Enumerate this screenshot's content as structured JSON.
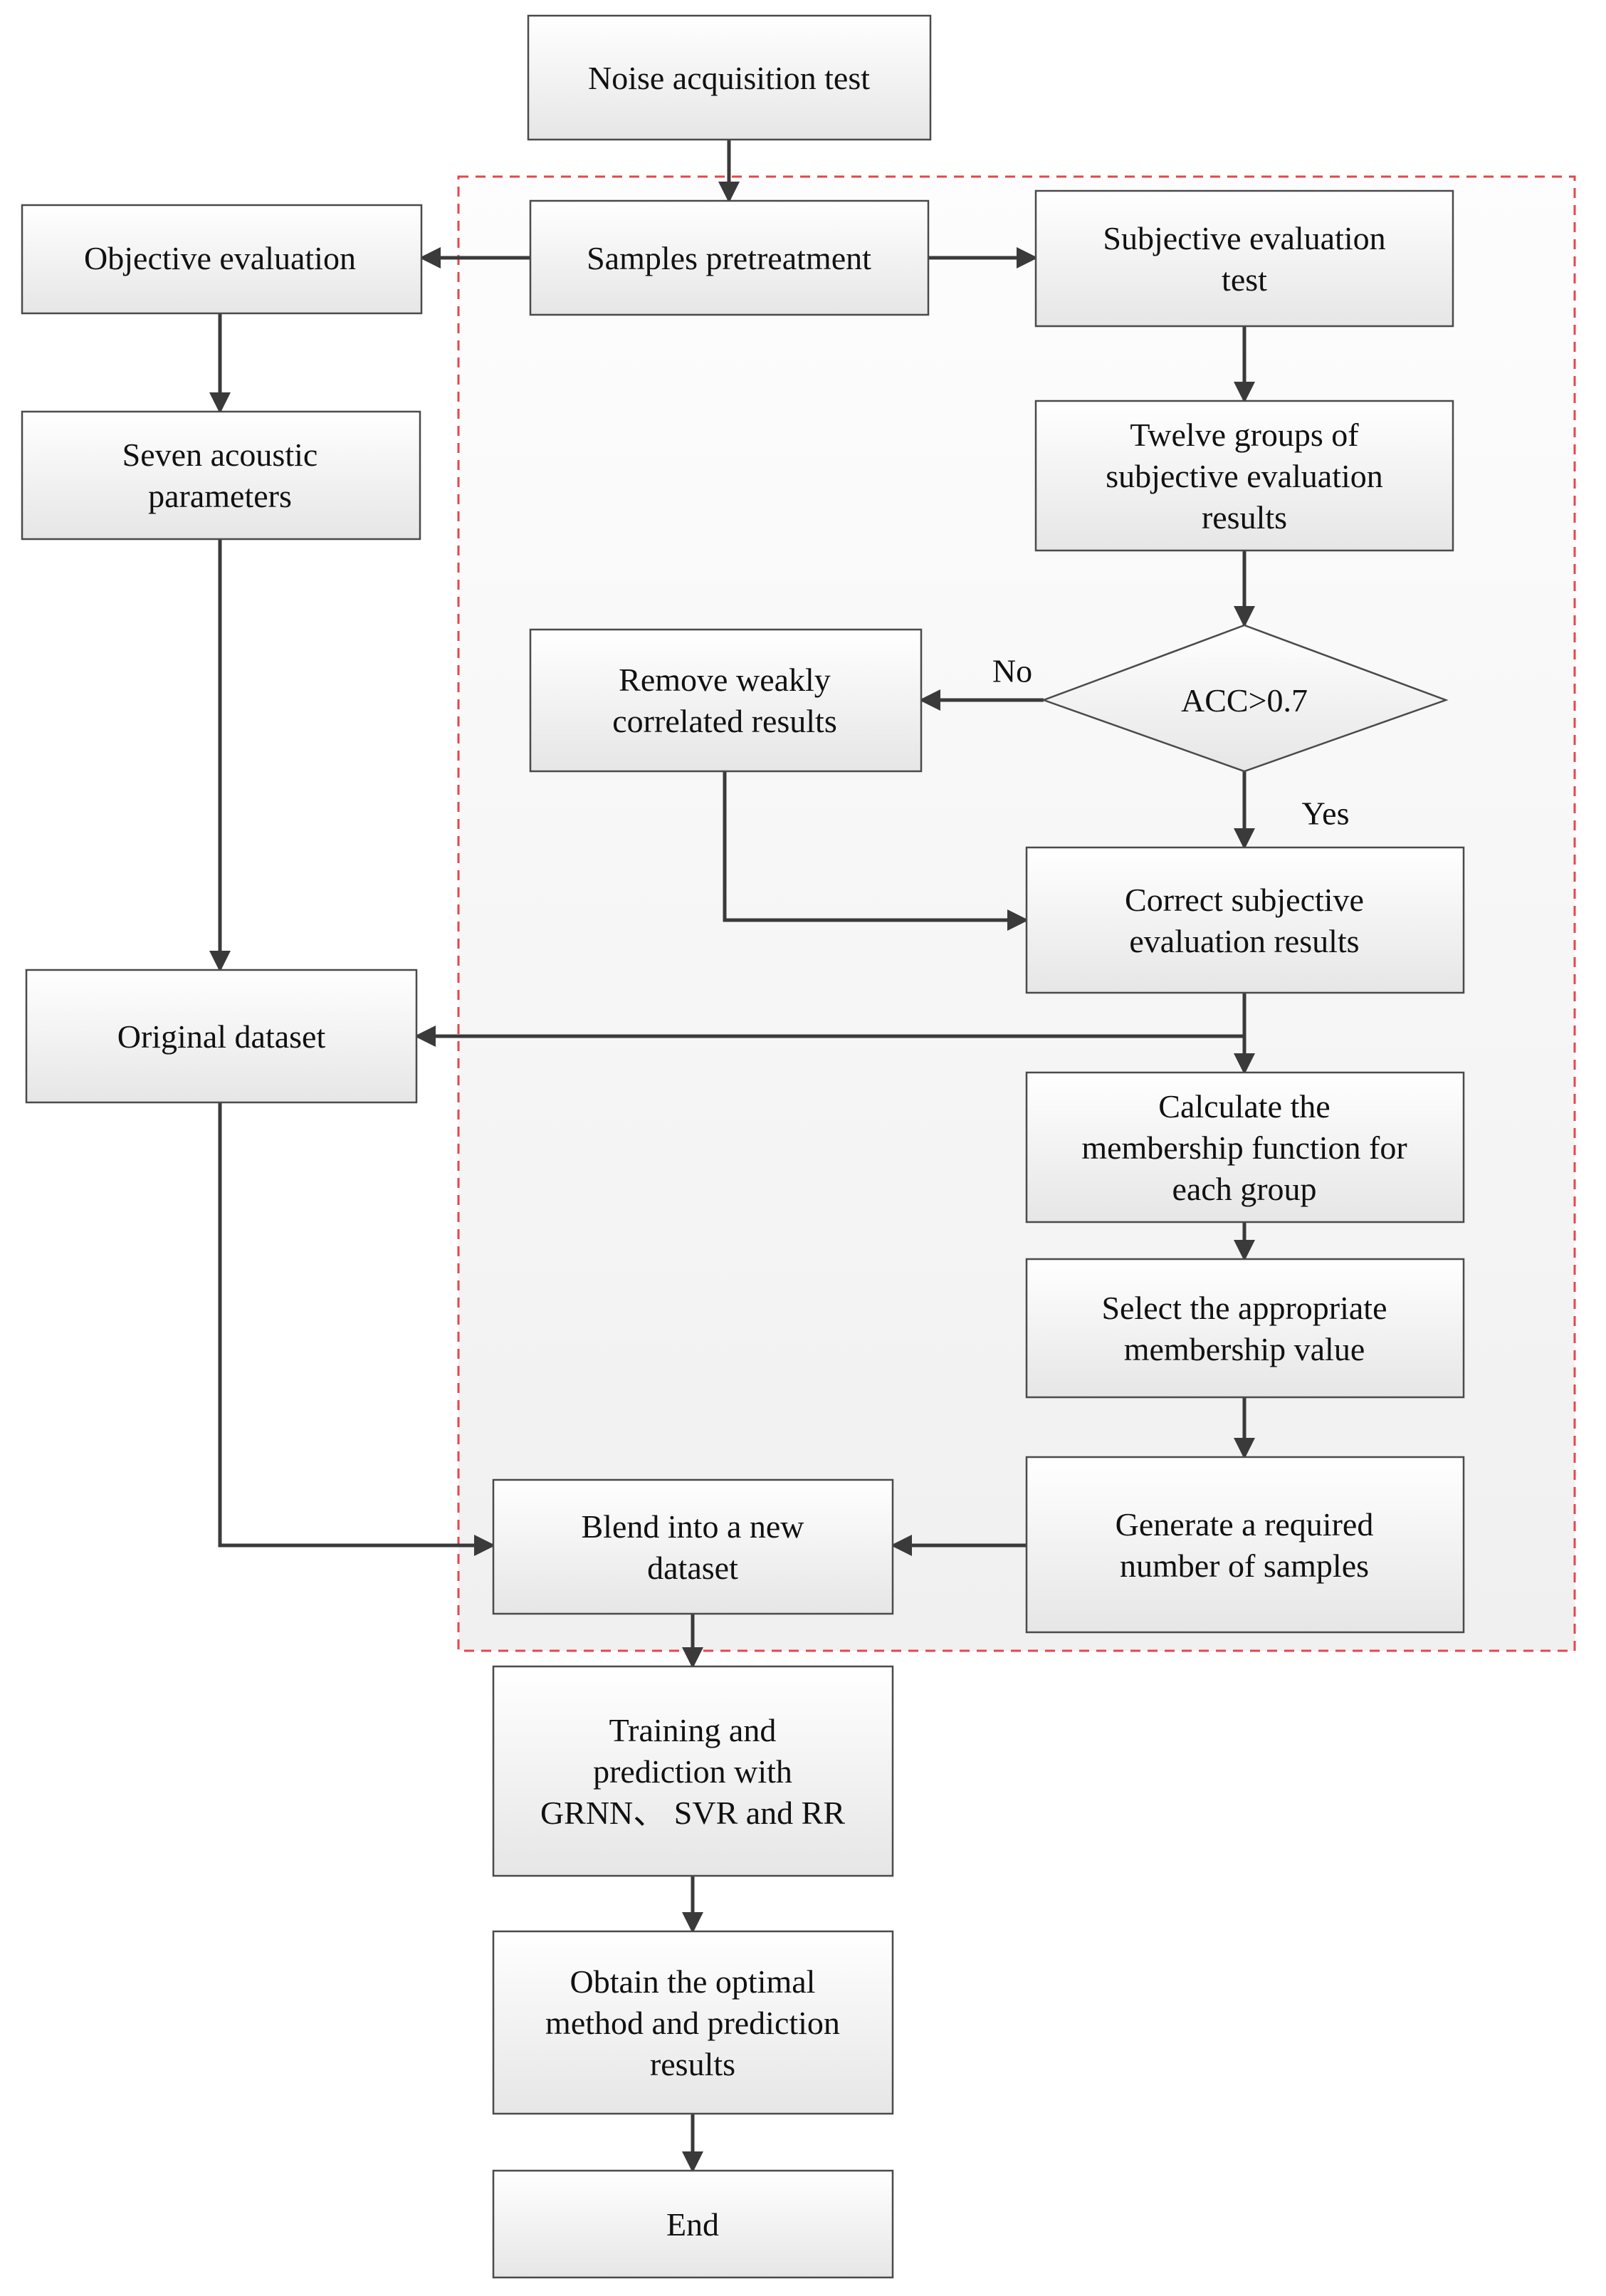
{
  "colors": {
    "box_fill_top": "#ffffff",
    "box_fill_bottom": "#e6e6e6",
    "box_border": "#4a4a4a",
    "arrow": "#3a3a3a",
    "region_border": "#e8444b",
    "region_fill": "#f7f7f7",
    "text": "#111111"
  },
  "nodes": {
    "noise_test": {
      "lines": [
        "Noise acquisition test"
      ]
    },
    "samples_pretreatment": {
      "lines": [
        "Samples pretreatment"
      ]
    },
    "objective_evaluation": {
      "lines": [
        "Objective evaluation"
      ]
    },
    "subjective_test": {
      "lines": [
        "Subjective evaluation",
        "test"
      ]
    },
    "seven_params": {
      "lines": [
        "Seven acoustic",
        "parameters"
      ]
    },
    "twelve_groups": {
      "lines": [
        "Twelve groups of",
        "subjective evaluation",
        "results"
      ]
    },
    "remove_weak": {
      "lines": [
        "Remove weakly",
        "correlated results"
      ]
    },
    "acc_decision": {
      "lines": [
        "ACC>0.7"
      ]
    },
    "correct_results": {
      "lines": [
        "Correct subjective",
        "evaluation results"
      ]
    },
    "original_dataset": {
      "lines": [
        "Original dataset"
      ]
    },
    "membership_function": {
      "lines": [
        "Calculate the",
        "membership function for",
        "each group"
      ]
    },
    "select_membership": {
      "lines": [
        "Select the appropriate",
        "membership value"
      ]
    },
    "generate_samples": {
      "lines": [
        "Generate a  required",
        "number of samples"
      ]
    },
    "blend_dataset": {
      "lines": [
        "Blend into a new",
        "dataset"
      ]
    },
    "training": {
      "lines": [
        "Training and",
        "prediction with",
        "GRNN、 SVR and RR"
      ]
    },
    "optimal": {
      "lines": [
        "Obtain the optimal",
        "method and prediction",
        "results"
      ]
    },
    "end": {
      "lines": [
        "End"
      ]
    }
  },
  "edge_labels": {
    "no": "No",
    "yes": "Yes"
  }
}
